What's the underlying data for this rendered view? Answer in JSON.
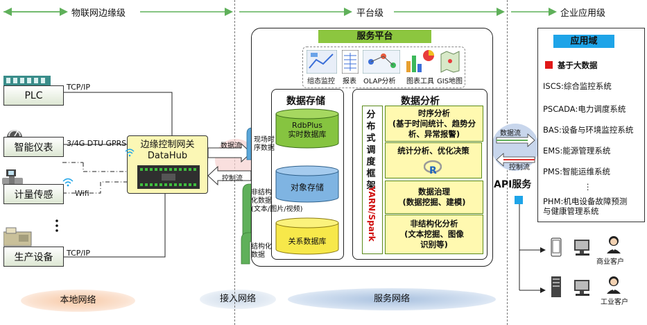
{
  "zones": {
    "edge": "物联网边缘级",
    "platform": "平台级",
    "enterprise": "企业应用级"
  },
  "devices": [
    {
      "label": "PLC",
      "icon": "plc-icon"
    },
    {
      "label": "智能仪表",
      "icon": "gauge-icon"
    },
    {
      "label": "计量传感",
      "icon": "meter-icon"
    },
    {
      "label": "生产设备",
      "icon": "machine-icon"
    }
  ],
  "protocols": {
    "plc": "TCP/IP",
    "meter": "3/4G DTU GPRS",
    "sensor": "Wifi",
    "production": "TCP/IP"
  },
  "gateway": {
    "line1": "边缘控制网关",
    "line2": "DataHub"
  },
  "flows": {
    "data_flow": "数据流",
    "control_flow": "控制流",
    "api_data_flow": "数据流",
    "api_control_flow": "控制流"
  },
  "platform": {
    "service_title": "服务平台",
    "tools": [
      "组态监控",
      "报表",
      "OLAP分析",
      "图表工具",
      "GIS地图"
    ],
    "storage_title": "数据存储",
    "analysis_title": "数据分析",
    "rdb": {
      "line1": "RdbPlus",
      "line2": "实时数据库"
    },
    "object_store": "对象存储",
    "relational_db": "关系数据库",
    "input_realtime": {
      "line1": "现场时",
      "line2": "序数据"
    },
    "input_unstructured": {
      "line1": "非结构",
      "line2": "化数据",
      "line3": "(文本/图片/视频)"
    },
    "input_structured": {
      "line1": "结构化",
      "line2": "数据"
    },
    "framework_chars": [
      "分",
      "布",
      "式",
      "调",
      "度",
      "框",
      "架"
    ],
    "framework_tech": "YARN/Spark",
    "analysis_cells": [
      {
        "line1": "时序分析",
        "line2": "(基于时间统计、趋势分",
        "line3": "析、异常报警)"
      },
      {
        "line1": "统计分析、优化决策",
        "line2": ""
      },
      {
        "line1": "数据治理",
        "line2": "(数据挖掘、建模)"
      },
      {
        "line1": "非结构化分析",
        "line2": "(文本挖掘、图像",
        "line3": "识别等)"
      }
    ]
  },
  "api": {
    "label": "API服务"
  },
  "app_domain": {
    "title": "应用域",
    "legend": "基于大数据",
    "items": [
      "ISCS:综合监控系统",
      "PSCADA:电力调度系统",
      "BAS:设备与环境监控系统",
      "EMS:能源管理系统",
      "PMS:智能运维系统",
      "⋮",
      "PHM:机电设备故障预测",
      "与健康管理系统"
    ]
  },
  "clients": {
    "commercial": "商业客户",
    "industrial": "工业客户"
  },
  "networks": {
    "local": "本地网络",
    "access": "接入网络",
    "service": "服务网络"
  },
  "colors": {
    "green_header": "#8cc63f",
    "blue_header": "#1ea4e8",
    "legend_red": "#e01818",
    "gateway_yellow": "#fbf7b5"
  }
}
